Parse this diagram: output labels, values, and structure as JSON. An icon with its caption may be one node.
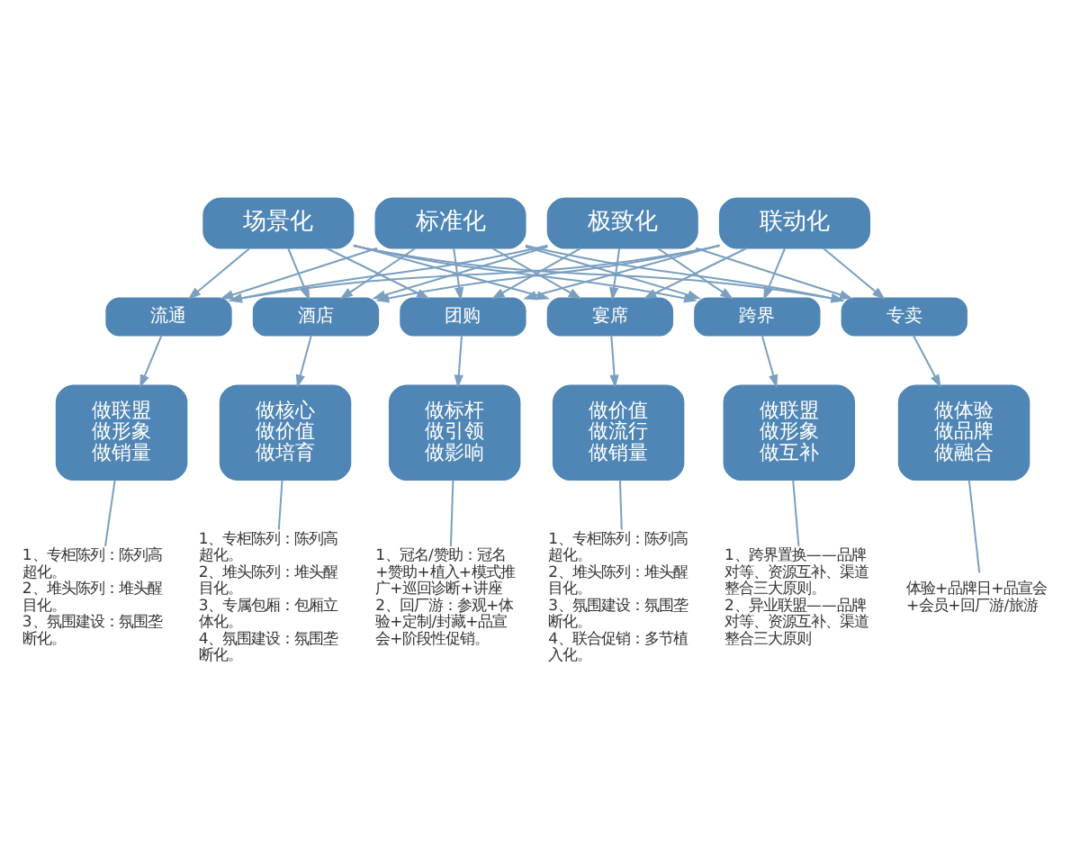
{
  "diagram": {
    "nodes": [
      {
        "text": [
          "场景化"
        ]
      },
      {
        "text": [
          "标准化"
        ]
      },
      {
        "text": [
          "极致化"
        ]
      },
      {
        "text": [
          "联动化"
        ]
      },
      {
        "text": [
          "流通"
        ]
      },
      {
        "text": [
          "酒店"
        ]
      },
      {
        "text": [
          "团购"
        ]
      },
      {
        "text": [
          "宴席"
        ]
      },
      {
        "text": [
          "跨界"
        ]
      },
      {
        "text": [
          "专卖"
        ]
      },
      {
        "text": [
          "做联盟",
          "做形象",
          "做销量"
        ]
      },
      {
        "text": [
          "做核心",
          "做价值",
          "做培育"
        ]
      },
      {
        "text": [
          "做标杆",
          "做引领",
          "做影响"
        ]
      },
      {
        "text": [
          "做价值",
          "做流行",
          "做销量"
        ]
      },
      {
        "text": [
          "做联盟",
          "做形象",
          "做互补"
        ]
      },
      {
        "text": [
          "做体验",
          "做品牌",
          "做融合"
        ]
      },
      {
        "text": [
          "1、专柜陈列：陈列高超化。",
          "2、堆头陈列：堆头醒目化。",
          "3、氛围建设：氛围垄断化。"
        ]
      },
      {
        "text": [
          "1、专柜陈列：陈列高超化。",
          "2、堆头陈列：堆头醒目化。",
          "3、专属包厢：包厢立体化。",
          "4、氛围建设：氛围垄断化。"
        ]
      },
      {
        "text": [
          "1、冠名/赞助：冠名+赞助+植入+模式推广+巡回诊断+讲座",
          "2、回厂游：参观+体验+定制/封藏+品宣会+阶段性促销。"
        ]
      },
      {
        "text": [
          "1、专柜陈列：陈列高超化。",
          "2、堆头陈列：堆头醒目化。",
          "3、氛围建设：氛围垄断化。",
          "4、联合促销：多节植入化。"
        ]
      },
      {
        "text": [
          "1、跨界置换——品牌对等、资源互补、渠道整合三大原则。",
          "2、异业联盟——品牌对等、资源互补、渠道整合三大原则"
        ]
      },
      {
        "text": [
          "体验+品牌日+品宣会+会员+回厂游/旅游"
        ]
      }
    ],
    "edges": [
      {
        "from": 0,
        "to": 4,
        "arrow": "to"
      },
      {
        "from": 0,
        "to": 5,
        "arrow": "to"
      },
      {
        "from": 0,
        "to": 6,
        "arrow": "to"
      },
      {
        "from": 0,
        "to": 7,
        "arrow": "to"
      },
      {
        "from": 0,
        "to": 8,
        "arrow": "to"
      },
      {
        "from": 0,
        "to": 9,
        "arrow": "to"
      },
      {
        "from": 1,
        "to": 4,
        "arrow": "to"
      },
      {
        "from": 1,
        "to": 5,
        "arrow": "to"
      },
      {
        "from": 1,
        "to": 6,
        "arrow": "to"
      },
      {
        "from": 1,
        "to": 7,
        "arrow": "to"
      },
      {
        "from": 1,
        "to": 8,
        "arrow": "to"
      },
      {
        "from": 1,
        "to": 9,
        "arrow": "to"
      },
      {
        "from": 2,
        "to": 4,
        "arrow": "to"
      },
      {
        "from": 2,
        "to": 5,
        "arrow": "to"
      },
      {
        "from": 2,
        "to": 6,
        "arrow": "to"
      },
      {
        "from": 2,
        "to": 7,
        "arrow": "to"
      },
      {
        "from": 2,
        "to": 8,
        "arrow": "to"
      },
      {
        "from": 2,
        "to": 9,
        "arrow": "to"
      },
      {
        "from": 3,
        "to": 4,
        "arrow": "to"
      },
      {
        "from": 3,
        "to": 5,
        "arrow": "to"
      },
      {
        "from": 3,
        "to": 6,
        "arrow": "to"
      },
      {
        "from": 3,
        "to": 7,
        "arrow": "to"
      },
      {
        "from": 3,
        "to": 8,
        "arrow": "to"
      },
      {
        "from": 3,
        "to": 9,
        "arrow": "to"
      },
      {
        "from": 4,
        "to": 10,
        "arrow": "to"
      },
      {
        "from": 5,
        "to": 11,
        "arrow": "to"
      },
      {
        "from": 6,
        "to": 12,
        "arrow": "to"
      },
      {
        "from": 7,
        "to": 13,
        "arrow": "to"
      },
      {
        "from": 8,
        "to": 14,
        "arrow": "to"
      },
      {
        "from": 9,
        "to": 15,
        "arrow": "to"
      },
      {
        "from": 10,
        "to": 16,
        "arrow": "none"
      },
      {
        "from": 11,
        "to": 17,
        "arrow": "none"
      },
      {
        "from": 12,
        "to": 18,
        "arrow": "none"
      },
      {
        "from": 13,
        "to": 19,
        "arrow": "none"
      },
      {
        "from": 14,
        "to": 20,
        "arrow": "none"
      },
      {
        "from": 15,
        "to": 21,
        "arrow": "none"
      }
    ]
  }
}
